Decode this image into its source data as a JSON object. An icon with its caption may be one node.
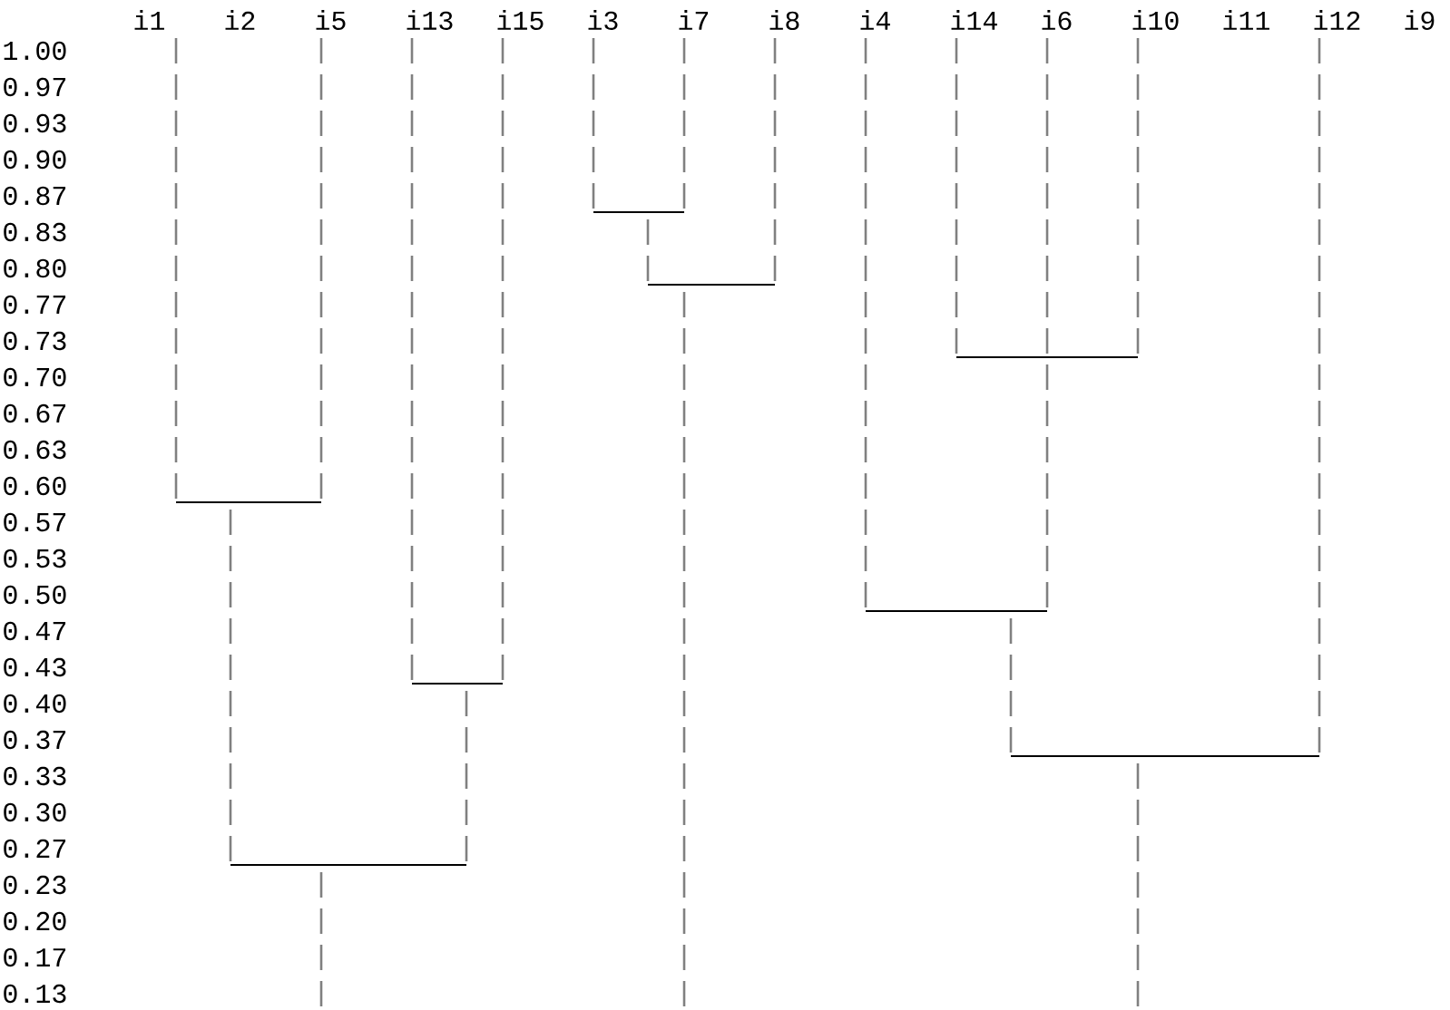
{
  "diagram": {
    "labels": [
      "i1",
      "i2",
      "i5",
      "i13",
      "i15",
      "i3",
      "i7",
      "i8",
      "i4",
      "i14",
      "i6",
      "i10",
      "i11",
      "i12",
      "i9",
      "1.00",
      "0.97",
      "0.93",
      "0.90",
      "0.87",
      "0.83",
      "0.80",
      "0.77",
      "0.73",
      "0.70",
      "0.67",
      "0.63",
      "0.60",
      "0.57",
      "0.53",
      "0.50",
      "0.47",
      "0.43",
      "0.40",
      "0.37",
      "0.33",
      "0.30",
      "0.27",
      "0.23",
      "0.20",
      "0.17",
      "0.13"
    ]
  }
}
